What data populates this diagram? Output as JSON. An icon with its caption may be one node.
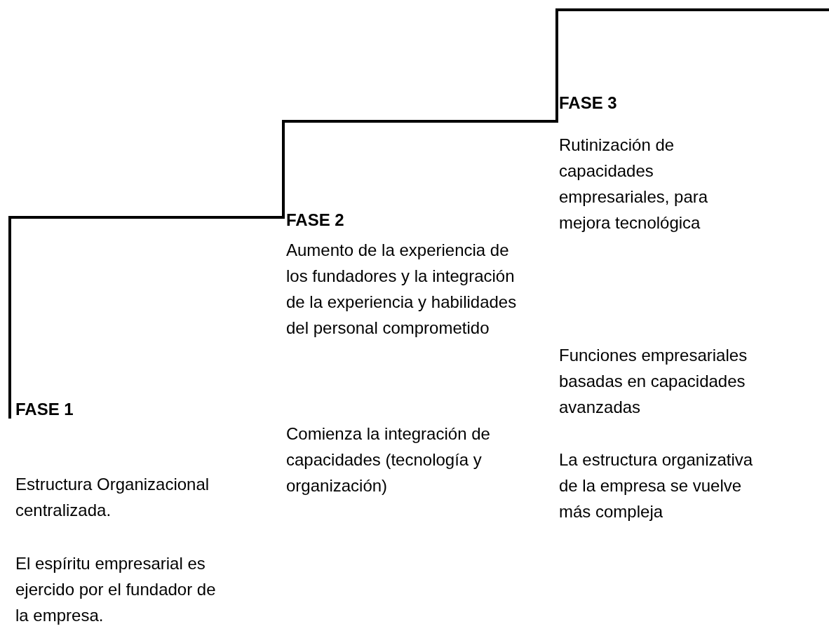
{
  "diagram": {
    "labels": [
      "FASE 3",
      "Rutinización de capacidades empresariales, para mejora tecnológica",
      "FASE 2",
      "Aumento de la experiencia de los fundadores y la integración de la experiencia y habilidades del personal comprometido",
      "Funciones empresariales basadas en capacidades avanzadas",
      "FASE 1",
      "Comienza la integración de capacidades (tecnología y organización)",
      "La estructura organizativa de la empresa se vuelve más compleja",
      "Estructura Organizacional centralizada.",
      "El espíritu empresarial es ejercido por el fundador de la empresa."
    ]
  }
}
